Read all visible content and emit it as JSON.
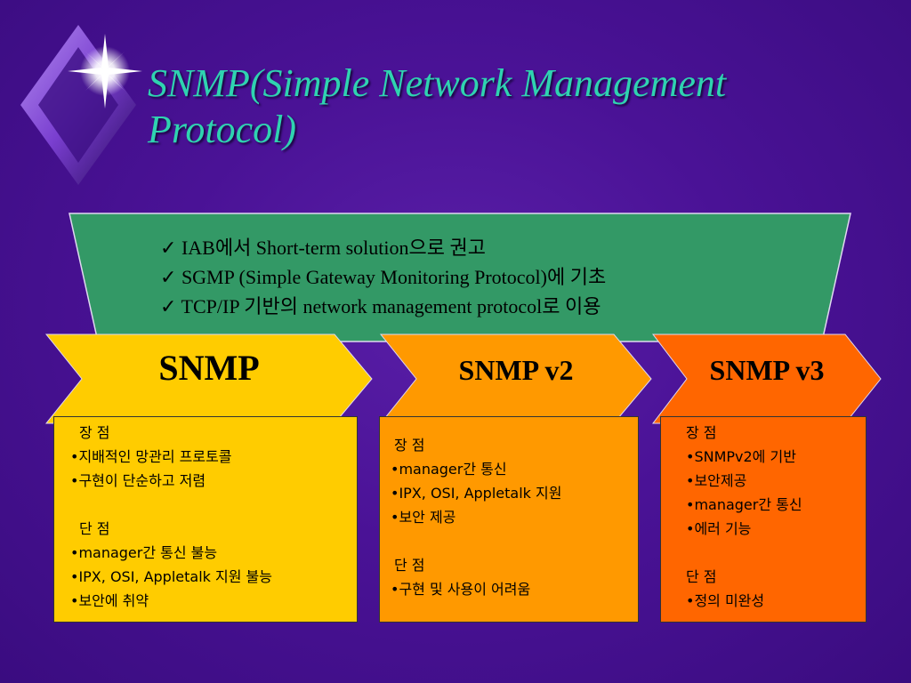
{
  "title": {
    "line1": "SNMP(Simple Network Management",
    "line2": "Protocol)"
  },
  "banner": {
    "check": "✓",
    "items": [
      "IAB에서 Short-term solution으로 권고",
      "SGMP (Simple Gateway Monitoring Protocol)에 기초",
      "TCP/IP 기반의 network management protocol로 이용"
    ]
  },
  "columns": [
    {
      "label": "SNMP",
      "color": "#ffcc00",
      "lines": [
        "장 점",
        "•지배적인 망관리 프로토콜",
        "•구현이 단순하고 저렴",
        "",
        "단 점",
        "•manager간 통신 불능",
        "•IPX, OSI, Appletalk 지원 불능",
        "•보안에 취약"
      ]
    },
    {
      "label": "SNMP v2",
      "color": "#ff9900",
      "lines": [
        "장 점",
        "•manager간 통신",
        "•IPX, OSI, Appletalk 지원",
        "•보안 제공",
        "",
        "단 점",
        "•구현 및 사용이 어려움"
      ]
    },
    {
      "label": "SNMP v3",
      "color": "#ff6600",
      "lines": [
        "장 점",
        "•SNMPv2에 기반",
        "•보안제공",
        "•manager간 통신",
        "•에러 기능",
        "",
        "단 점",
        "•정의 미완성"
      ]
    }
  ],
  "colors": {
    "title": "#2fd3b0",
    "banner": "#339966",
    "background": "#4a1296"
  },
  "icons": {
    "logo": "diamond-star-icon"
  }
}
